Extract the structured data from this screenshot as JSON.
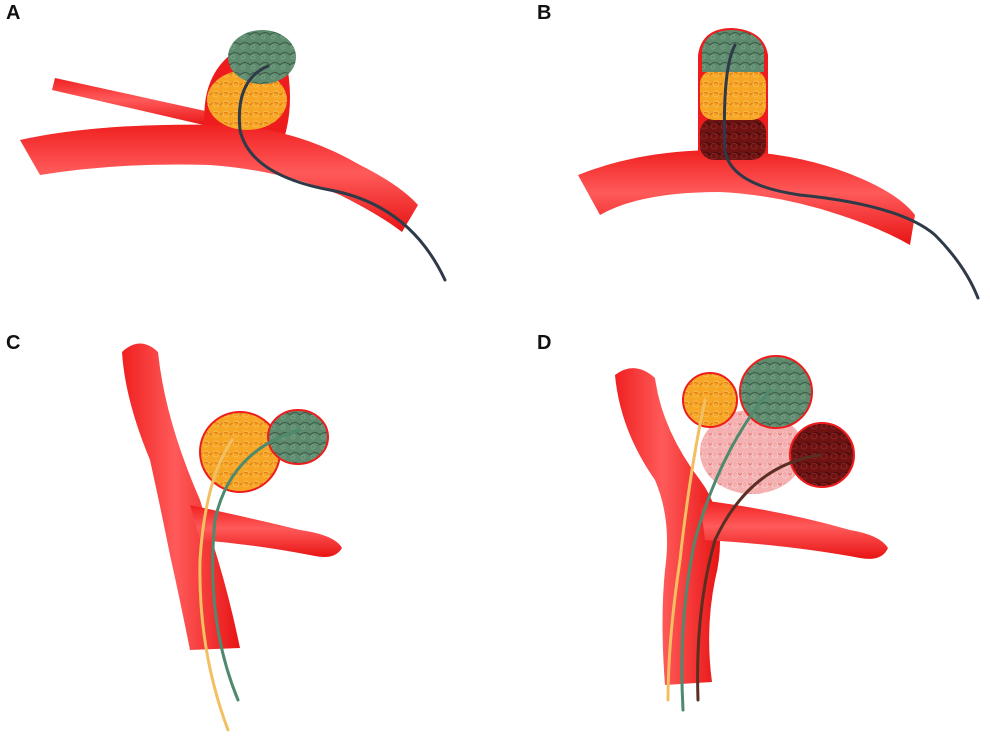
{
  "figure": {
    "panels": [
      {
        "id": "A",
        "label": "A"
      },
      {
        "id": "B",
        "label": "B"
      },
      {
        "id": "C",
        "label": "C"
      },
      {
        "id": "D",
        "label": "D"
      }
    ],
    "colors": {
      "vessel": "#ee1c1c",
      "vessel_highlight": "#ff7a7a",
      "coil_green": "#5e8a6e",
      "coil_orange": "#f39a1e",
      "coil_darkred": "#6e1212",
      "coil_pink": "#f2a8a8",
      "microcatheter_dark": "#2f3a48",
      "microcatheter_yellow": "#f2c062",
      "microcatheter_green": "#4f8a6e",
      "microcatheter_brown": "#5a2e22"
    }
  }
}
